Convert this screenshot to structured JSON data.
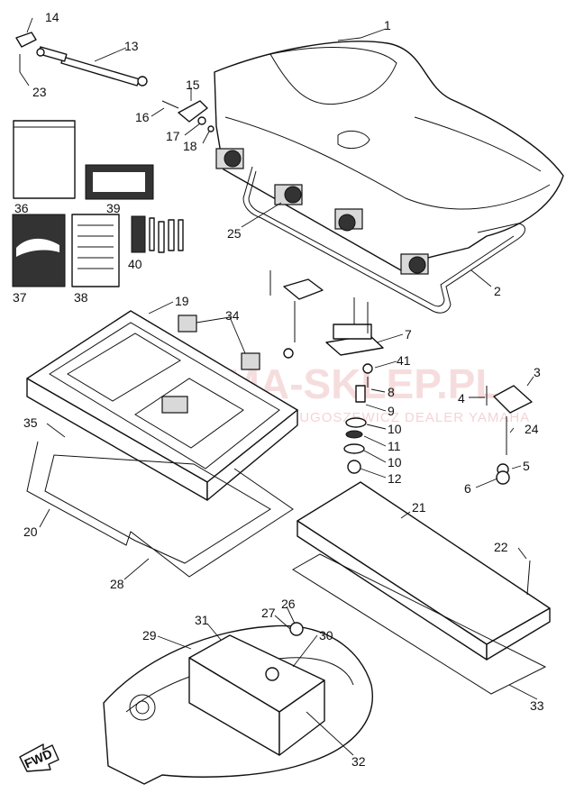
{
  "watermark": {
    "main": "YAMA-SKLEP.PL",
    "sub": "ALEKSANDER DŁUGOSZEWICZ DEALER YAMAHA"
  },
  "callouts": [
    "1",
    "2",
    "3",
    "4",
    "5",
    "6",
    "7",
    "8",
    "9",
    "10",
    "10",
    "11",
    "12",
    "13",
    "14",
    "15",
    "16",
    "17",
    "18",
    "19",
    "20",
    "21",
    "22",
    "23",
    "24",
    "25",
    "26",
    "27",
    "28",
    "29",
    "30",
    "31",
    "32",
    "33",
    "34",
    "35",
    "36",
    "37",
    "38",
    "39",
    "40",
    "41"
  ],
  "fwd": "FWD"
}
